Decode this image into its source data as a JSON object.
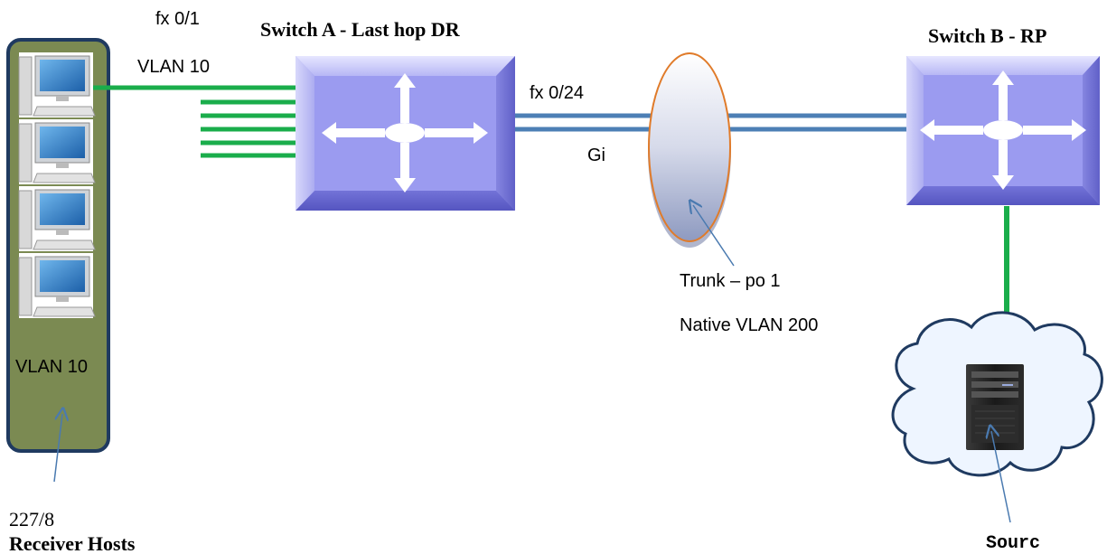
{
  "labels": {
    "fx01": "fx 0/1",
    "vlan10_top": "VLAN 10",
    "switch_a": "Switch A - Last hop DR",
    "fx024": "fx 0/24",
    "gi": "Gi",
    "switch_b": "Switch B - RP",
    "trunk": "Trunk – po 1",
    "native_vlan": "Native VLAN 200",
    "vlan10_panel": "VLAN 10",
    "subnet": "227/8",
    "receiver_hosts": "Receiver Hosts",
    "source": "Sourc"
  },
  "colors": {
    "host_panel": "#7b8a52",
    "host_panel_border": "#1f3a60",
    "access_link": "#1aad4b",
    "trunk_link": "#4d7fb5",
    "switch_face": "#9b9bf0",
    "trunk_ellipse_stroke": "#e07b2a",
    "arrow": "#4a7ab0"
  }
}
